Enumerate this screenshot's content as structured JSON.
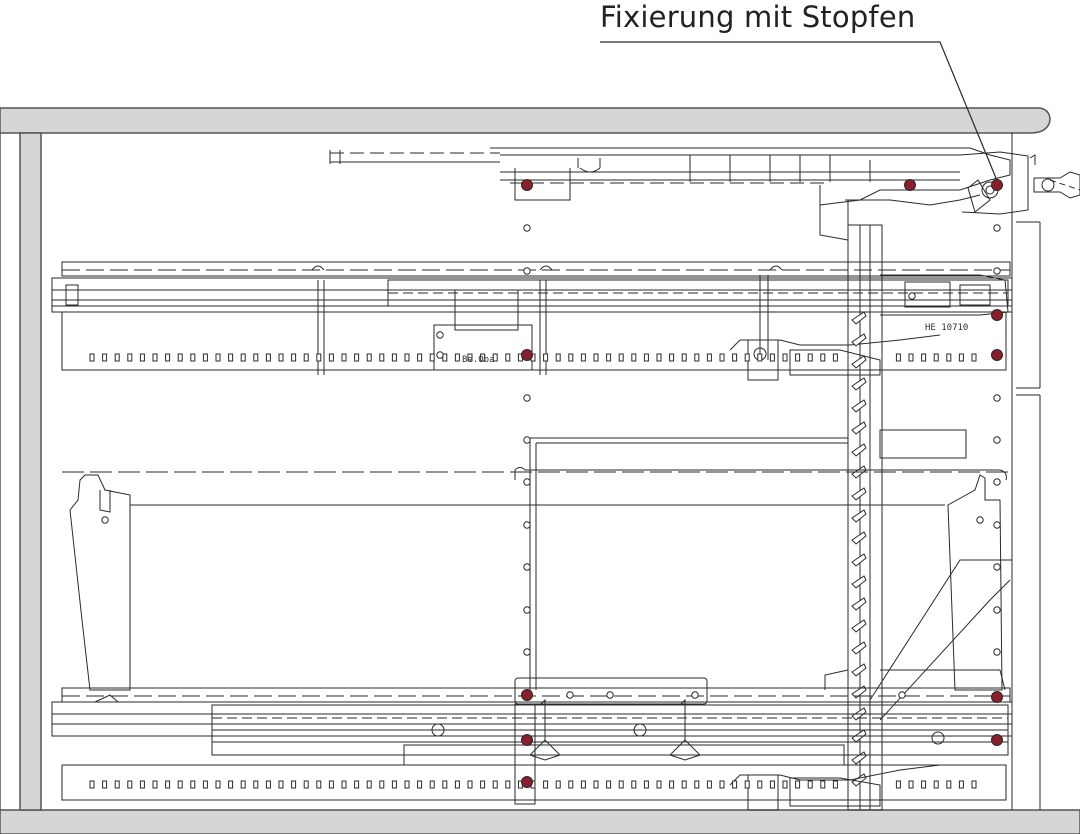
{
  "callout": {
    "label": "Fixierung mit Stopfen"
  },
  "stamp_text": "Be.Oba",
  "part_code": "HE 10710",
  "colors": {
    "line": "#2a2a2a",
    "panel_fill": "#d6d6d6",
    "panel_edge": "#555555",
    "stopper": "#8a1f2b",
    "hole_fill": "#ffffff"
  }
}
